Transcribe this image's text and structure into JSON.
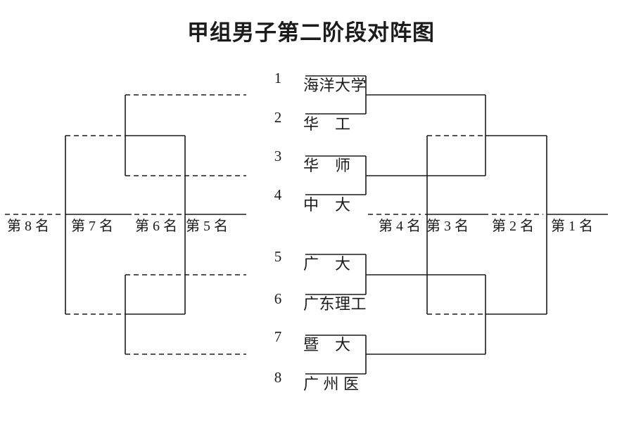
{
  "title": "甲组男子第二阶段对阵图",
  "colors": {
    "line": "#1b1b1b",
    "text": "#1b1b1b",
    "background": "#ffffff"
  },
  "bracket": {
    "slots": [
      {
        "seed": "1",
        "team": "海洋大学"
      },
      {
        "seed": "2",
        "team": "华　工"
      },
      {
        "seed": "3",
        "team": "华　师"
      },
      {
        "seed": "4",
        "team": "中　大"
      },
      {
        "seed": "5",
        "team": "广　大"
      },
      {
        "seed": "6",
        "team": "广东理工"
      },
      {
        "seed": "7",
        "team": "暨　大"
      },
      {
        "seed": "8",
        "team": "广 州 医"
      }
    ],
    "placements": [
      {
        "label": "第 8 名"
      },
      {
        "label": "第 7 名"
      },
      {
        "label": "第 6 名"
      },
      {
        "label": "第 5 名"
      },
      {
        "label": "第 4 名"
      },
      {
        "label": "第 3 名"
      },
      {
        "label": "第 2 名"
      },
      {
        "label": "第 1 名"
      }
    ]
  }
}
